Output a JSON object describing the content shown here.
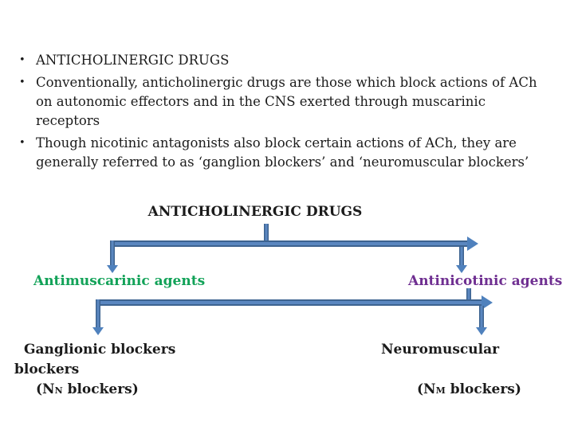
{
  "slide": {
    "bullet_char": "•",
    "bullets": [
      "ANTICHOLINERGIC DRUGS",
      "Conventionally, anticholinergic drugs are those which block actions of ACh on autonomic effectors and in the CNS exerted through muscarinic receptors",
      "Though nicotinic antagonists also block certain actions of ACh, they are generally referred to as ‘ganglion blockers’ and ‘neuromuscular blockers’"
    ]
  },
  "diagram": {
    "root_label": "ANTICHOLINERGIC DRUGS",
    "arrow_color": "#4f81bd",
    "arrow_border_color": "#3d6390",
    "branch_left": {
      "label": "Antimuscarinic agents",
      "color": "#12a258"
    },
    "branch_right": {
      "label": "Antinicotinic agents",
      "color": "#6f2f91"
    },
    "leaf_left": {
      "line1": "Ganglionic blockers",
      "line2": "blockers",
      "receptor_prefix": "(N",
      "receptor_sub": "N",
      "receptor_suffix": " blockers)"
    },
    "leaf_right": {
      "label": "Neuromuscular",
      "receptor_prefix": "(N",
      "receptor_sub": "M",
      "receptor_suffix": " blockers)"
    }
  }
}
